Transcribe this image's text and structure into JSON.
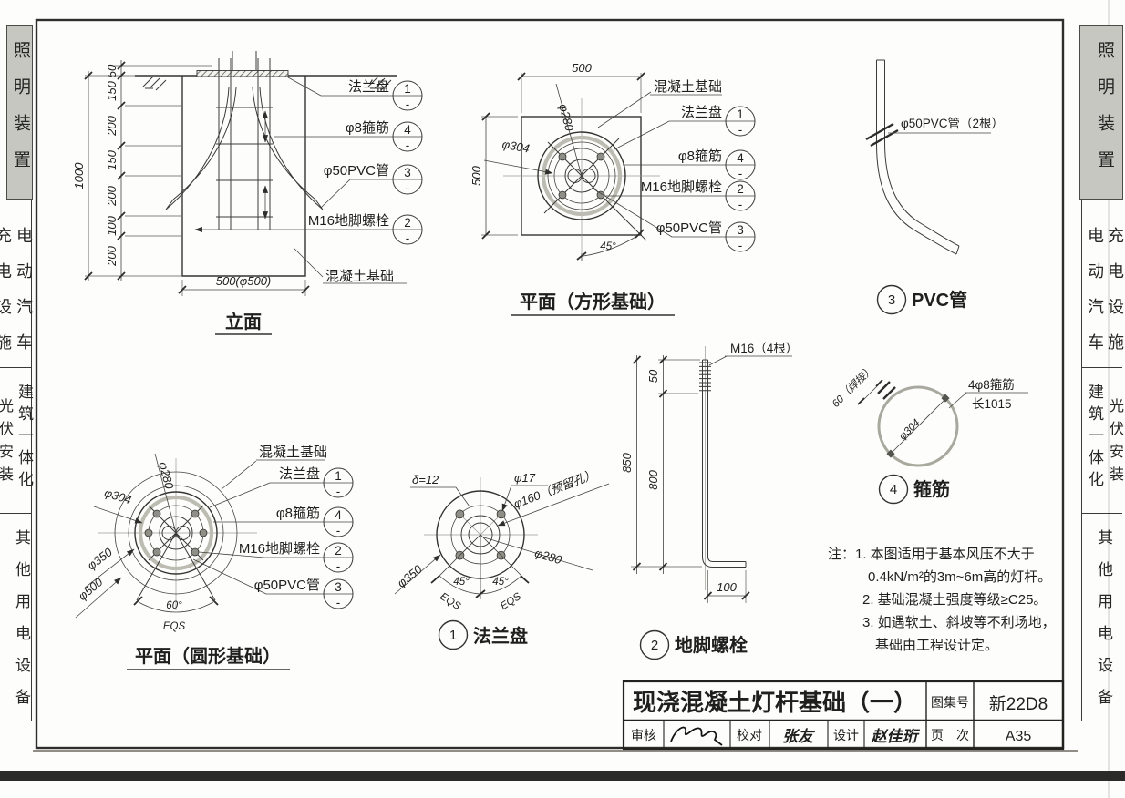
{
  "sidebar": {
    "tab1": "照明装置",
    "tab2_col1": "电动汽车",
    "tab2_col2": "充电设施",
    "tab3_col1": "建筑一体化",
    "tab3_col2": "光伏安装",
    "tab4": "其他用电设备"
  },
  "callouts": {
    "concrete": "混凝土基础",
    "flange": "法兰盘",
    "stirrup": "φ8箍筋",
    "bolt": "M16地脚螺栓",
    "pvc": "φ50PVC管",
    "flange_no": "1",
    "stirrup_no": "4",
    "bolt_no": "2",
    "pvc_no": "3",
    "sheet_ref": "-"
  },
  "elevation": {
    "title": "立面",
    "dims": [
      "50",
      "150",
      "200",
      "150",
      "200",
      "100",
      "200"
    ],
    "overall": "1000",
    "width_dim": "500(φ500)"
  },
  "plan_square": {
    "title": "平面（方形基础）",
    "dim_top": "500",
    "dim_left": "500",
    "d280": "φ280",
    "d304": "φ304",
    "angle": "45°"
  },
  "pvc_detail": {
    "title": "PVC管",
    "label": "φ50PVC管（2根）"
  },
  "plan_round": {
    "title": "平面（圆形基础）",
    "d280": "φ280",
    "d304": "φ304",
    "d350": "φ350",
    "d500": "φ500",
    "angle": "60°",
    "eqs": "EQS"
  },
  "flange_detail": {
    "title": "法兰盘",
    "thickness": "δ=12",
    "d17": "φ17",
    "d160": "φ160（预留孔）",
    "d280": "φ280",
    "d350": "φ350",
    "angle1": "45°",
    "angle2": "45°",
    "eqs1": "EQS",
    "eqs2": "EQS"
  },
  "bolt_detail": {
    "title": "地脚螺栓",
    "label": "M16（4根）",
    "d50": "50",
    "d800": "800",
    "d850": "850",
    "d100": "100"
  },
  "stirrup_detail": {
    "title": "箍筋",
    "weld": "60（焊接）",
    "d304": "φ304",
    "bar": "4φ8箍筋",
    "length": "长1015"
  },
  "notes": {
    "lines": [
      "注：1. 本图适用于基本风压不大于",
      "0.4kN/m²的3m~6m高的灯杆。",
      "2. 基础混凝土强度等级≥C25。",
      "3. 如遇软土、斜坡等不利场地，",
      "基础由工程设计定。"
    ]
  },
  "titleblock": {
    "title": "现浇混凝土灯杆基础（一）",
    "atlas_label": "图集号",
    "atlas_no": "新22D8",
    "page_label": "页　次",
    "page_no": "A35",
    "review_label": "审核",
    "proof_label": "校对",
    "proof_sig": "张友",
    "design_label": "设计",
    "design_sig": "赵佳珩"
  }
}
